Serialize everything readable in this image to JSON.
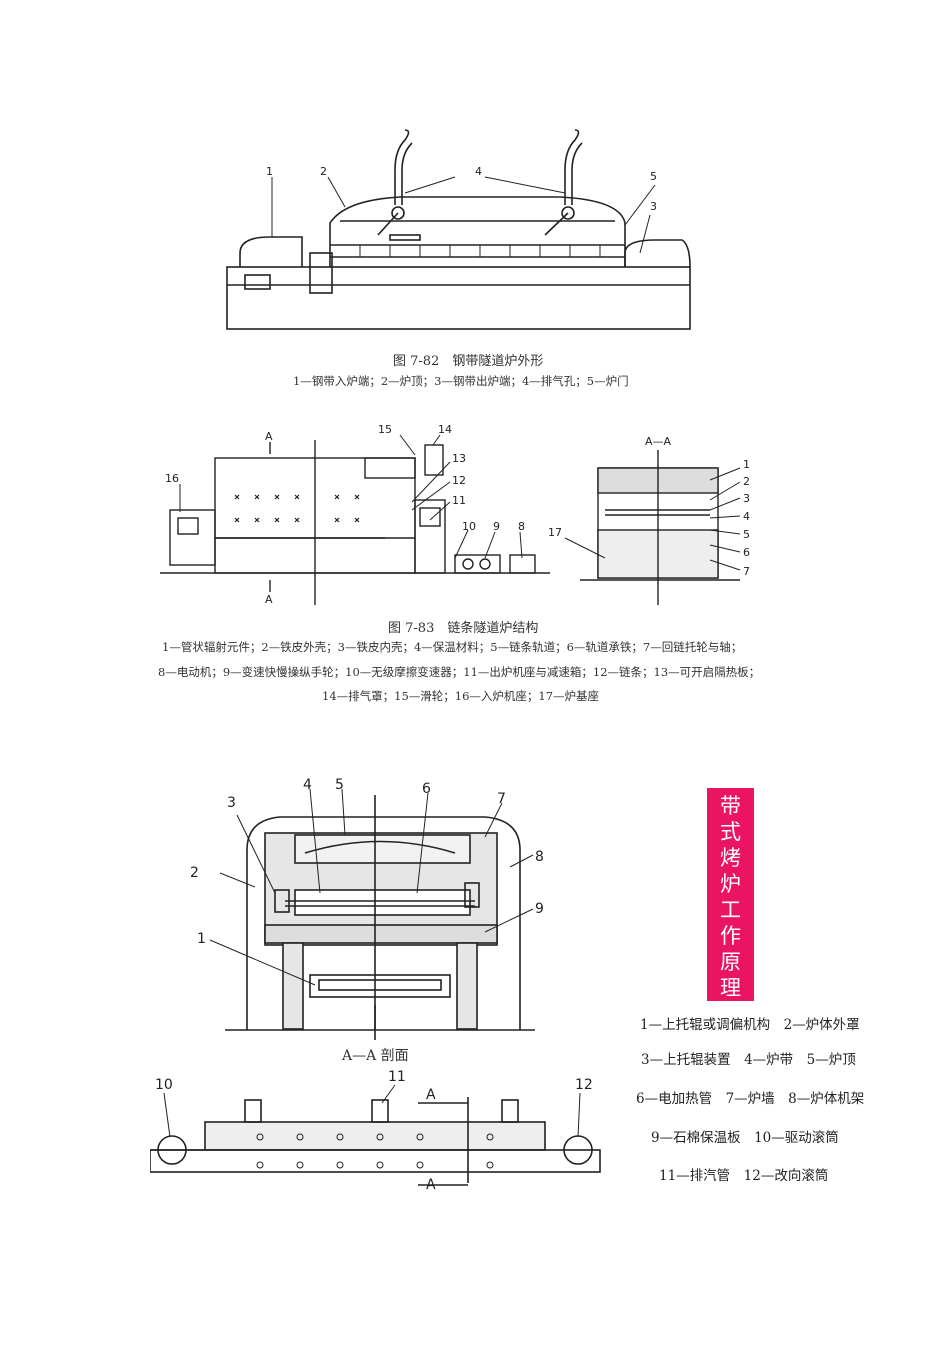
{
  "fig82": {
    "caption": "图 7-82　钢带隧道炉外形",
    "legend": "1—钢带入炉端；2—炉顶；3—钢带出炉端；4—排气孔；5—炉门",
    "labels": {
      "n1": "1",
      "n2": "2",
      "n3": "3",
      "n4": "4",
      "n5": "5"
    }
  },
  "fig83": {
    "caption": "图 7-83　链条隧道炉结构",
    "legend_lines": [
      "1—管状辐射元件；2—铁皮外壳；3—铁皮内壳；4—保温材料；5—链条轨道；6—轨道承铁；7—回链托轮与轴；",
      "8—电动机；9—变速快慢操纵手轮；10—无级摩擦变速器；11—出炉机座与减速箱；12—链条；13—可开启隔热板；",
      "14—排气罩；15—滑轮；16—入炉机座；17—炉基座"
    ],
    "section_label": "A—A",
    "cut_a": "A",
    "labels": {
      "n8": "8",
      "n9": "9",
      "n10": "10",
      "n11": "11",
      "n12": "12",
      "n13": "13",
      "n14": "14",
      "n15": "15",
      "n16": "16",
      "n17": "17",
      "s1": "1",
      "s2": "2",
      "s3": "3",
      "s4": "4",
      "s5": "5",
      "s6": "6",
      "s7": "7"
    }
  },
  "fig3": {
    "section_caption": "A—A 剖面",
    "cut_a": "A",
    "title_chars": [
      "带",
      "式",
      "烤",
      "炉",
      "工",
      "作",
      "原",
      "理"
    ],
    "legend_lines": [
      "1—上托辊或调偏机构　2—炉体外罩",
      "3—上托辊装置　4—炉带　5—炉顶",
      "6—电加热管　7—炉墙　8—炉体机架",
      "9—石棉保温板　10—驱动滚筒",
      "11—排汽管　12—改向滚筒"
    ],
    "labels": {
      "n1": "1",
      "n2": "2",
      "n3": "3",
      "n4": "4",
      "n5": "5",
      "n6": "6",
      "n7": "7",
      "n8": "8",
      "n9": "9",
      "n10": "10",
      "n11": "11",
      "n12": "12"
    }
  }
}
